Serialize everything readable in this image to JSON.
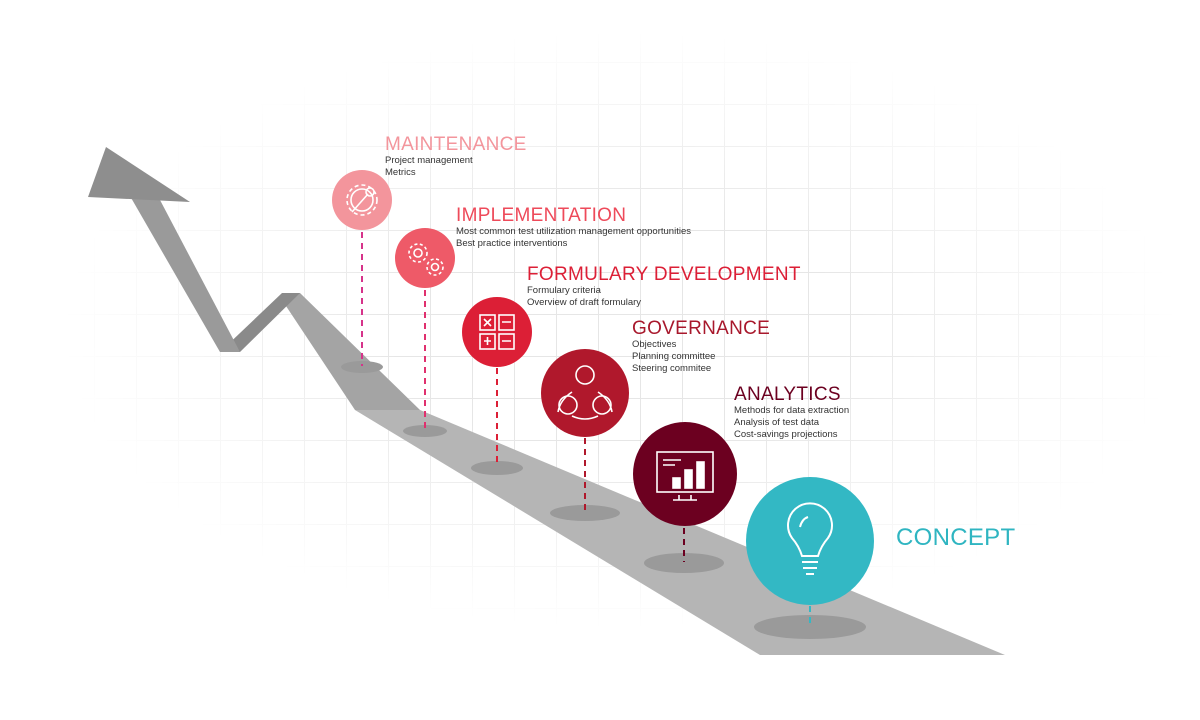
{
  "steps": [
    {
      "title": "MAINTENANCE",
      "lines": [
        "Project management",
        "Metrics"
      ],
      "color": "#f3959c",
      "icon": "gear-wrench-icon"
    },
    {
      "title": "IMPLEMENTATION",
      "lines": [
        "Most common test utilization management opportunities",
        "Best practice interventions"
      ],
      "color": "#ee5a68",
      "icon": "gears-icon"
    },
    {
      "title": "FORMULARY DEVELOPMENT",
      "lines": [
        "Formulary criteria",
        "Overview of draft formulary"
      ],
      "color": "#dc1f36",
      "icon": "calculator-icon"
    },
    {
      "title": "GOVERNANCE",
      "lines": [
        "Objectives",
        "Planning committee",
        "Steering commitee"
      ],
      "color": "#b0182c",
      "icon": "team-icon"
    },
    {
      "title": "ANALYTICS",
      "lines": [
        "Methods for data extraction",
        "Analysis of test data",
        "Cost-savings projections"
      ],
      "color": "#6c0020",
      "icon": "monitor-chart-icon"
    }
  ],
  "concept": {
    "title": "CONCEPT",
    "color": "#33b8c4",
    "icon": "lightbulb-icon"
  }
}
